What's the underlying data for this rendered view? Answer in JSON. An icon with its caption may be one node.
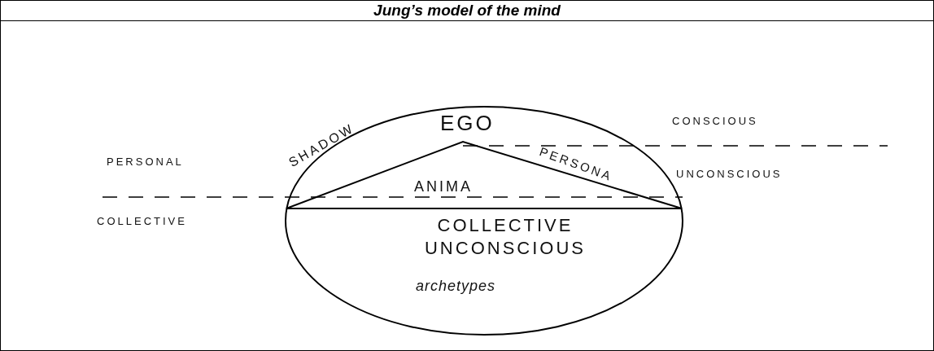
{
  "diagram": {
    "title": "Jung’s model of the mind",
    "labels": [
      "EGO",
      "CONSCIOUS",
      "PERSONAL",
      "SHADOW",
      "PERSONA",
      "UNCONSCIOUS",
      "ANIMA",
      "COLLECTIVE",
      "COLLECTIVE UNCONSCIOUS",
      "archetypes"
    ]
  }
}
